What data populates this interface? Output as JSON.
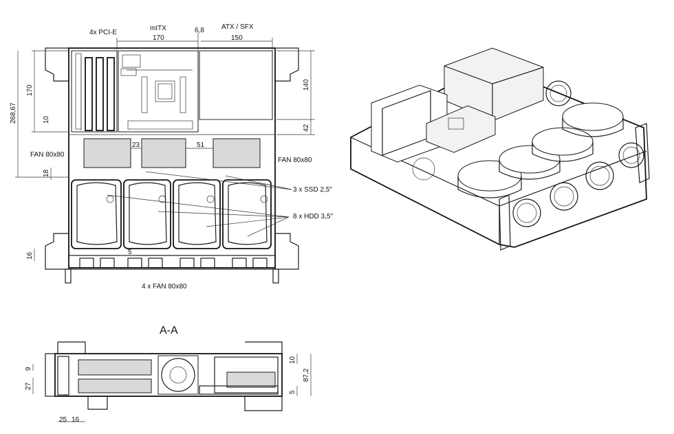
{
  "labels": {
    "pcie": "4x PCI-E",
    "mitx": "mITX",
    "atx_sfx": "ATX / SFX",
    "dim_170_top": "170",
    "dim_6_8": "6,8",
    "dim_150": "150",
    "dim_170_left": "170",
    "dim_268": "268,67",
    "dim_10_left": "10",
    "dim_18": "18",
    "dim_16_left": "16",
    "dim_5": "5",
    "dim_23": "23",
    "dim_51": "51",
    "dim_140": "140",
    "dim_42": "42",
    "fan_left": "FAN 80x80",
    "fan_right": "FAN 80x80",
    "ssd": "3 x SSD 2,5\"",
    "hdd": "8 x HDD 3,5\"",
    "fan_bottom": "4 x FAN 80x80",
    "section": "A-A",
    "dim_9": "9",
    "dim_27": "27",
    "dim_25": "25",
    "dim_16_bottom": "16",
    "dim_10_right": "10",
    "dim_87": "87,2",
    "dim_5_right": "5"
  }
}
